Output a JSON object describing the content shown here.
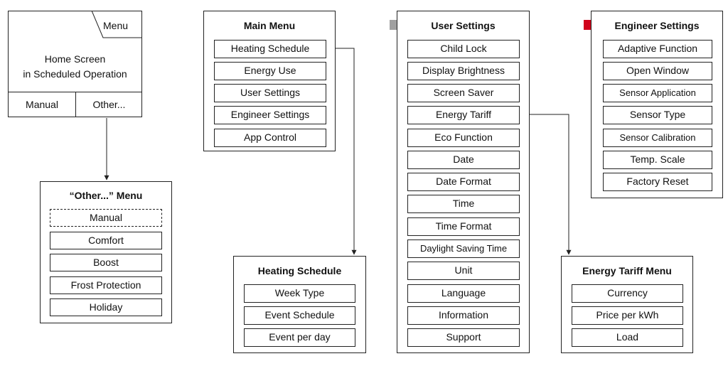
{
  "home": {
    "menu_label": "Menu",
    "line1": "Home Screen",
    "line2": "in Scheduled Operation",
    "manual_label": "Manual",
    "other_label": "Other..."
  },
  "other_menu": {
    "title": "“Other...” Menu",
    "items": [
      "Manual",
      "Comfort",
      "Boost",
      "Frost Protection",
      "Holiday"
    ]
  },
  "main_menu": {
    "title": "Main Menu",
    "items": [
      "Heating Schedule",
      "Energy Use",
      "User Settings",
      "Engineer Settings",
      "App Control"
    ]
  },
  "heating_schedule": {
    "title": "Heating Schedule",
    "items": [
      "Week Type",
      "Event Schedule",
      "Event per day"
    ]
  },
  "user_settings": {
    "title": "User Settings",
    "items": [
      "Child Lock",
      "Display Brightness",
      "Screen Saver",
      "Energy Tariff",
      "Eco Function",
      "Date",
      "Date Format",
      "Time",
      "Time Format",
      "Daylight Saving Time",
      "Unit",
      "Language",
      "Information",
      "Support"
    ]
  },
  "engineer_settings": {
    "title": "Engineer Settings",
    "items": [
      "Adaptive Function",
      "Open Window",
      "Sensor Application",
      "Sensor Type",
      "Sensor Calibration",
      "Temp. Scale",
      "Factory Reset"
    ]
  },
  "energy_tariff_menu": {
    "title": "Energy Tariff Menu",
    "items": [
      "Currency",
      "Price per kWh",
      "Load"
    ]
  },
  "colors": {
    "user_settings_marker": "#a0a0a0",
    "engineer_settings_marker": "#d0021b",
    "line": "#222222"
  }
}
